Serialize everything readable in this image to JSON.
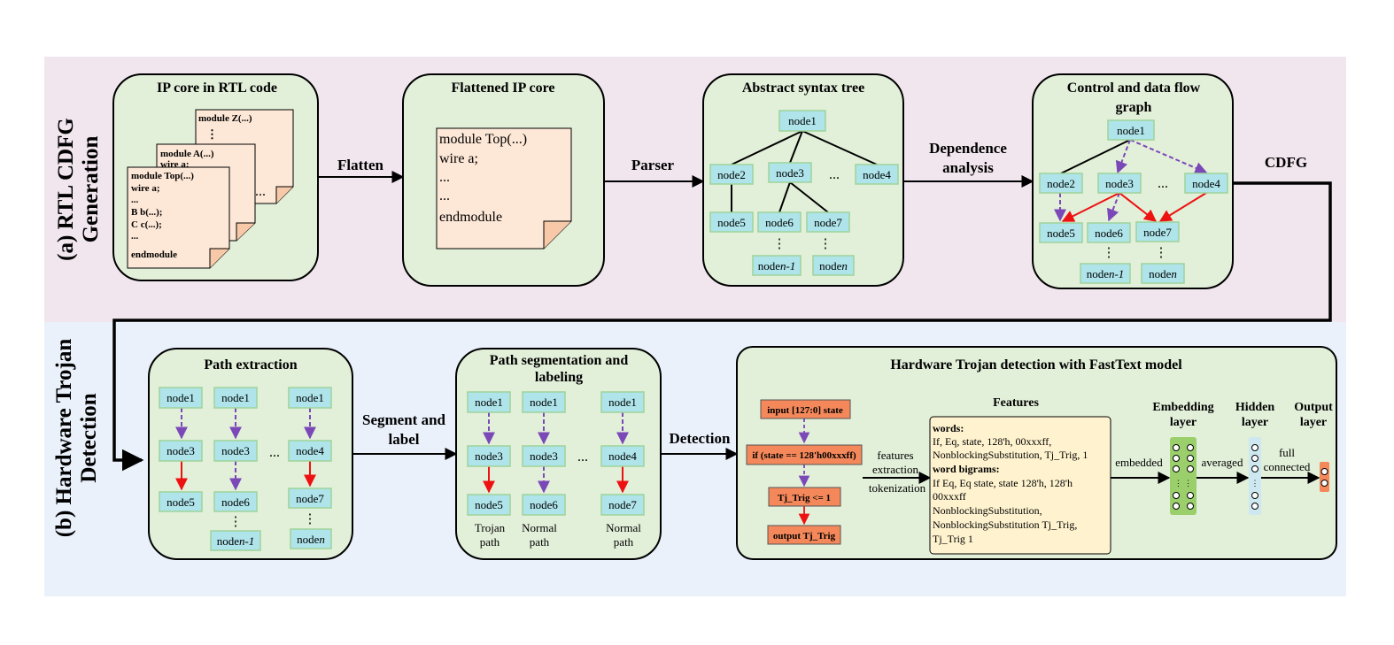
{
  "sections": {
    "a_line1": "(a) RTL CDFG",
    "a_line2": "Generation",
    "b_line1": "(b) Hardware Trojan",
    "b_line2": "Detection"
  },
  "panels": {
    "ip_core": {
      "title": "IP core in RTL code",
      "back_file": [
        "module Z(...)",
        "⋮"
      ],
      "mid_file": [
        "module A(...)",
        "wire a;"
      ],
      "front_file": [
        "module Top(...)",
        "wire a;",
        "...",
        "B b(...);",
        "C c(...);",
        "...",
        "endmodule"
      ],
      "dots": "..."
    },
    "flattened": {
      "title": "Flattened IP core",
      "lines": [
        "module Top(...)",
        "wire a;",
        "...",
        "...",
        "endmodule"
      ]
    },
    "ast": {
      "title": "Abstract syntax tree",
      "nodes": [
        "node1",
        "node2",
        "node3",
        "node4",
        "node5",
        "node6",
        "node7"
      ],
      "node_n1": "node",
      "node_n1_i": "n-1",
      "node_n": "node",
      "node_n_i": "n",
      "dots": "...",
      "vdots": "⋮"
    },
    "cdfg": {
      "title_line1": "Control and data flow",
      "title_line2": "graph",
      "nodes": [
        "node1",
        "node2",
        "node3",
        "node4",
        "node5",
        "node6",
        "node7"
      ],
      "node_n1": "node",
      "node_n1_i": "n-1",
      "node_n": "node",
      "node_n_i": "n",
      "dots": "...",
      "vdots": "⋮"
    },
    "path_extraction": {
      "title": "Path extraction",
      "col1": [
        "node1",
        "node3",
        "node5"
      ],
      "col2": [
        "node1",
        "node3",
        "node6"
      ],
      "col3": [
        "node1",
        "node4",
        "node7"
      ],
      "node_n1": "node",
      "node_n1_i": "n-1",
      "node_n": "node",
      "node_n_i": "n",
      "dots": "...",
      "vdots": "⋮"
    },
    "segmentation": {
      "title_line1": "Path segmentation and",
      "title_line2": "labeling",
      "col1": [
        "node1",
        "node3",
        "node5"
      ],
      "col2": [
        "node1",
        "node3",
        "node6"
      ],
      "col3": [
        "node1",
        "node4",
        "node7"
      ],
      "labels": [
        [
          "Trojan",
          "path"
        ],
        [
          "Normal",
          "path"
        ],
        [
          "Normal",
          "path"
        ]
      ],
      "dots": "..."
    },
    "fasttext": {
      "title": "Hardware Trojan detection with FastText model",
      "code": [
        "input [127:0] state",
        "if (state == 128'h00xxxff)",
        "Tj_Trig <= 1",
        "output Tj_Trig"
      ],
      "extract_label": [
        "features",
        "extraction",
        "tokenization"
      ],
      "features_title": "Features",
      "words_title": "words:",
      "words_lines": [
        "If, Eq, state, 128'h, 00xxxff,",
        "NonblockingSubstitution, Tj_Trig, 1"
      ],
      "bigrams_title": "word bigrams:",
      "bigrams_lines": [
        "If Eq, Eq state, state 128'h, 128'h",
        "00xxxff",
        "NonblockingSubstitution,",
        "NonblockingSubstitution Tj_Trig,",
        "Tj_Trig 1"
      ],
      "embedding_label": [
        "Embedding",
        "layer"
      ],
      "hidden_label": [
        "Hidden",
        "layer"
      ],
      "output_label": [
        "Output",
        "layer"
      ],
      "embedded": "embedded",
      "averaged": "averaged",
      "full_connected": [
        "full",
        "connected"
      ]
    }
  },
  "arrows": {
    "flatten": "Flatten",
    "parser": "Parser",
    "dependence": [
      "Dependence",
      "analysis"
    ],
    "cdfg": "CDFG",
    "segment": [
      "Segment and",
      "label"
    ],
    "detection": "Detection"
  },
  "colors": {
    "band_top": "#f1e6ee",
    "band_bottom": "#eaf1fb",
    "panel": "#e2efd9",
    "node_fill": "#aee4ea",
    "node_stroke": "#9ed49a",
    "page": "#fde7d6",
    "orange": "#f4885a",
    "features_bg": "#fff3cf",
    "purple": "#7b48b8",
    "red": "#ee1111"
  }
}
